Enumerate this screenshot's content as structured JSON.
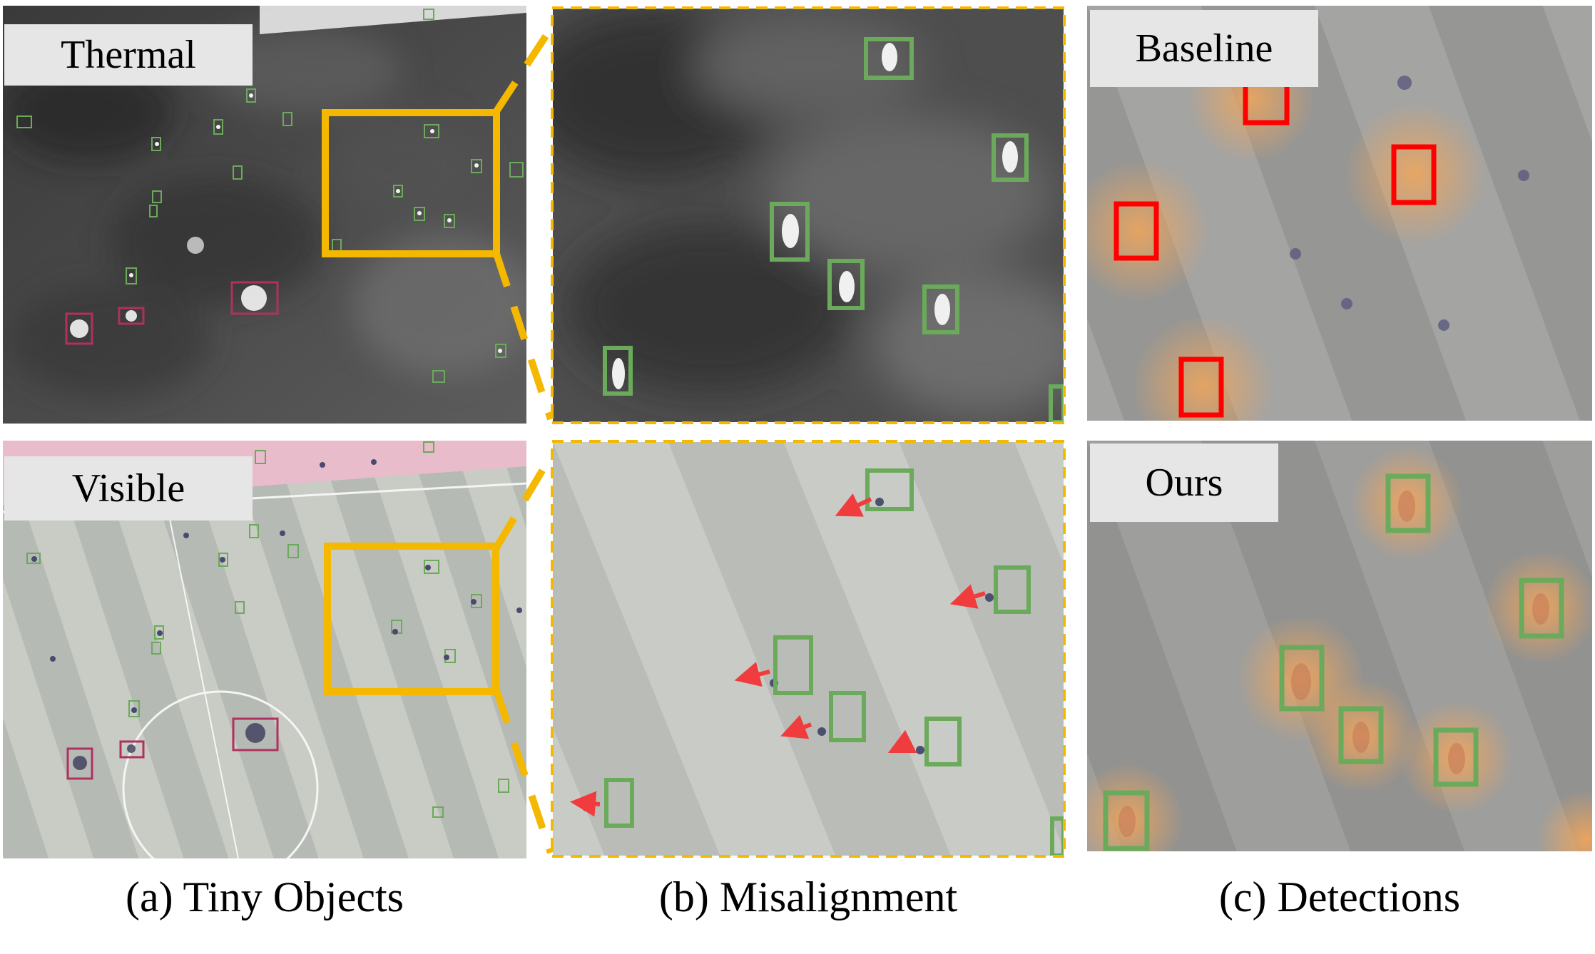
{
  "labels": {
    "thermal": "Thermal",
    "visible": "Visible",
    "baseline": "Baseline",
    "ours": "Ours"
  },
  "captions": {
    "a": "(a) Tiny Objects",
    "b": "(b) Misalignment",
    "c": "(c) Detections"
  },
  "colors": {
    "zoom_box": "#f5b800",
    "tp_box": "#6aaa5a",
    "fp_box": "#ff0000",
    "crowd_box": "#b03060",
    "arrow": "#f03c3c"
  }
}
